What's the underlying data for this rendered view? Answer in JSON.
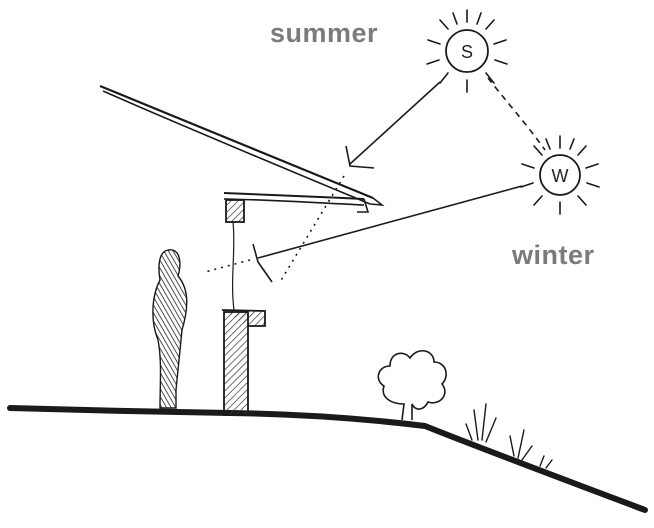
{
  "labels": {
    "summer": "summer",
    "winter": "winter"
  },
  "suns": {
    "summer_letter": "S",
    "winter_letter": "W"
  },
  "colors": {
    "ink": "#1a1a1a",
    "label": "#7b7b7b",
    "hatch": "#333333",
    "background": "#ffffff"
  }
}
